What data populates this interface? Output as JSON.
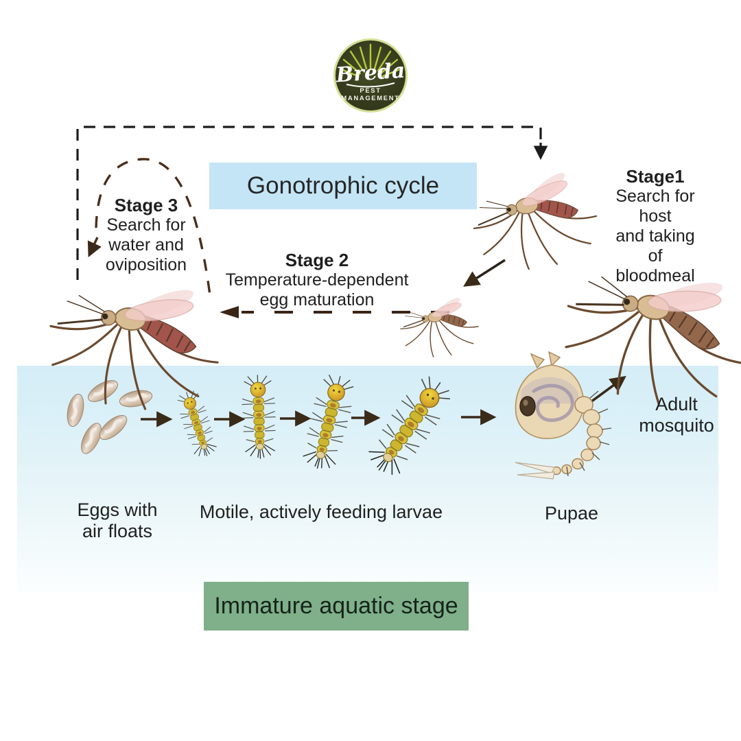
{
  "logo": {
    "brand": "Breda",
    "tagline": "PEST MANAGEMENT"
  },
  "gonotrophic": {
    "title": "Gonotrophic cycle",
    "stage1": {
      "label": "Stage1",
      "lines": [
        "Search for host",
        "and taking of",
        "bloodmeal"
      ]
    },
    "stage2": {
      "label": "Stage 2",
      "lines": [
        "Temperature-dependent",
        "egg maturation"
      ]
    },
    "stage3": {
      "label": "Stage 3",
      "lines": [
        "Search for",
        "water and",
        "oviposition"
      ]
    }
  },
  "aquatic": {
    "title": "Immature aquatic stage",
    "eggs_label": [
      "Eggs with",
      "air floats"
    ],
    "larvae_label": "Motile, actively feeding larvae",
    "pupae_label": "Pupae",
    "adult_label": [
      "Adult",
      "mosquito"
    ]
  },
  "colors": {
    "cycle_box": "#c3e5f6",
    "stage_box": "#7fb08a",
    "water_top": "#d4edf7",
    "arrow_brown": "#3a2a18",
    "dash_black": "#1c1c1c",
    "logo_bg": "#363c1d",
    "logo_ring": "#d3de92"
  }
}
